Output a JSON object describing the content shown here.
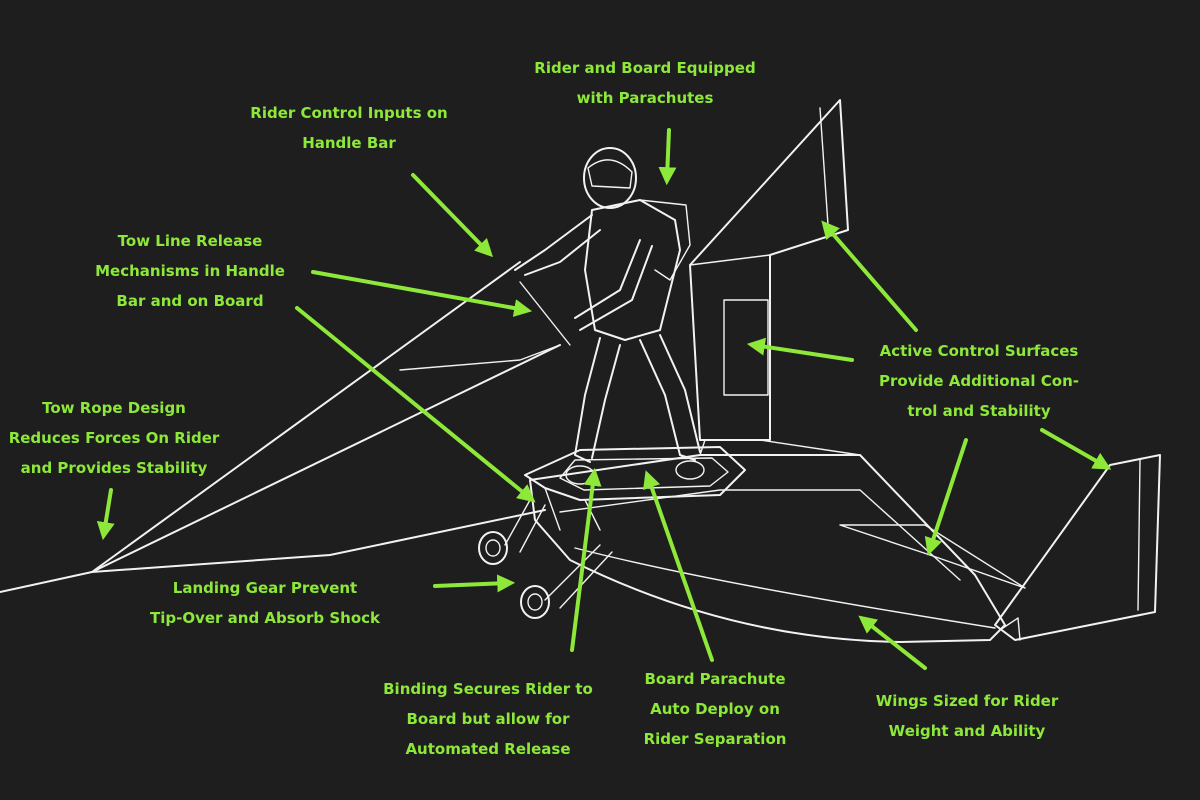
{
  "colors": {
    "background": "#1e1e1e",
    "accent": "#8de83a",
    "linework": "#f2f2f2"
  },
  "labels": [
    {
      "id": "rider-parachutes",
      "lines": [
        "Rider and Board Equipped",
        "with Parachutes"
      ]
    },
    {
      "id": "rider-control-inputs",
      "lines": [
        "Rider Control Inputs on",
        "Handle Bar"
      ]
    },
    {
      "id": "tow-line-release",
      "lines": [
        "Tow Line Release",
        "Mechanisms in Handle",
        "Bar and on Board"
      ]
    },
    {
      "id": "tow-rope-design",
      "lines": [
        "Tow Rope Design",
        "Reduces Forces On Rider",
        "and Provides Stability"
      ]
    },
    {
      "id": "landing-gear",
      "lines": [
        "Landing Gear Prevent",
        "Tip-Over and Absorb Shock"
      ]
    },
    {
      "id": "binding",
      "lines": [
        "Binding Secures Rider to",
        "Board but allow for",
        "Automated Release"
      ]
    },
    {
      "id": "board-parachute",
      "lines": [
        "Board Parachute",
        "Auto Deploy on",
        "Rider Separation"
      ]
    },
    {
      "id": "active-control-surfaces",
      "lines": [
        "Active Control Surfaces",
        "Provide Additional Con-",
        "trol and Stability"
      ]
    },
    {
      "id": "wings-sized",
      "lines": [
        "Wings Sized for Rider",
        "Weight and Ability"
      ]
    }
  ]
}
